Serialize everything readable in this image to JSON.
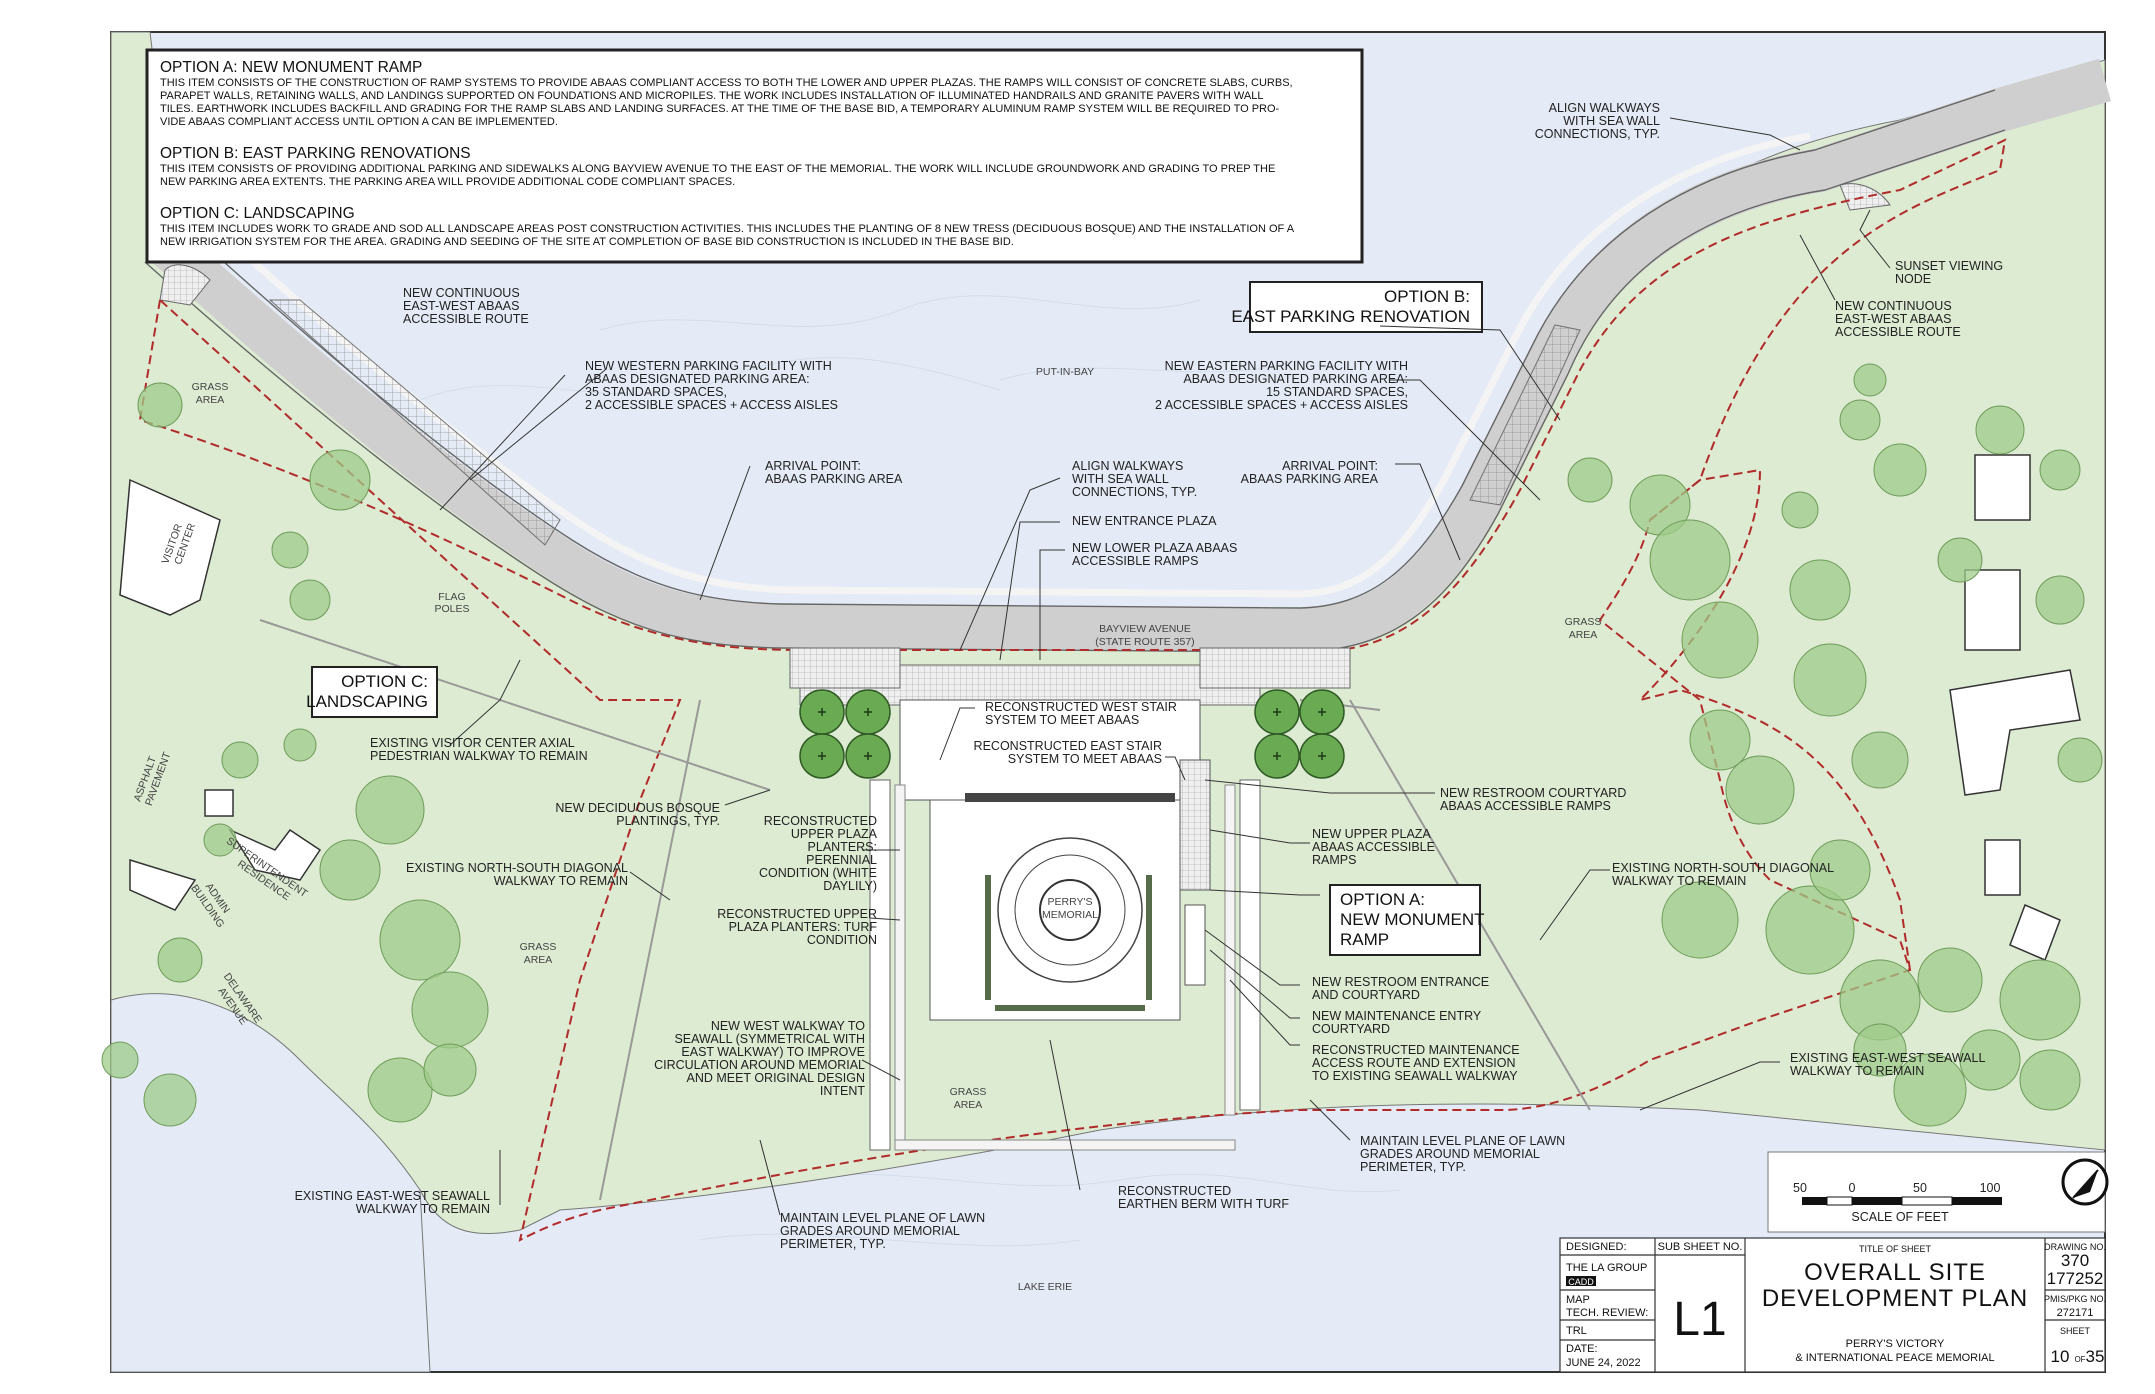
{
  "notes": {
    "option_a": {
      "heading": "OPTION A: NEW MONUMENT RAMP",
      "lines": [
        "THIS ITEM CONSISTS OF THE CONSTRUCTION OF RAMP SYSTEMS TO PROVIDE ABAAS COMPLIANT ACCESS TO BOTH THE LOWER AND UPPER PLAZAS. THE RAMPS WILL CONSIST OF CONCRETE SLABS, CURBS,",
        "PARAPET WALLS, RETAINING WALLS, AND LANDINGS SUPPORTED ON FOUNDATIONS AND MICROPILES. THE WORK INCLUDES INSTALLATION OF ILLUMINATED HANDRAILS AND GRANITE PAVERS WITH WALL",
        "TILES. EARTHWORK INCLUDES BACKFILL AND GRADING FOR THE RAMP SLABS AND LANDING SURFACES.  AT THE TIME OF THE BASE BID, A TEMPORARY ALUMINUM RAMP SYSTEM WILL BE REQUIRED TO PRO-",
        "VIDE ABAAS COMPLIANT ACCESS UNTIL OPTION A CAN BE IMPLEMENTED."
      ]
    },
    "option_b": {
      "heading": "OPTION B: EAST PARKING RENOVATIONS",
      "lines": [
        "THIS ITEM CONSISTS OF PROVIDING ADDITIONAL PARKING AND SIDEWALKS ALONG BAYVIEW AVENUE TO THE EAST OF THE MEMORIAL. THE WORK WILL INCLUDE GROUNDWORK AND GRADING TO PREP THE",
        "NEW PARKING AREA EXTENTS. THE PARKING AREA WILL PROVIDE ADDITIONAL CODE COMPLIANT SPACES."
      ]
    },
    "option_c": {
      "heading": "OPTION C: LANDSCAPING",
      "lines": [
        "THIS ITEM INCLUDES WORK TO GRADE AND SOD ALL LANDSCAPE AREAS POST CONSTRUCTION ACTIVITIES. THIS INCLUDES THE PLANTING OF 8 NEW TRESS (DECIDUOUS BOSQUE) AND THE INSTALLATION OF A",
        "NEW IRRIGATION SYSTEM FOR THE AREA. GRADING AND SEEDING OF THE SITE AT COMPLETION OF BASE BID CONSTRUCTION IS INCLUDED IN THE BASE BID."
      ]
    }
  },
  "option_boxes": {
    "b": [
      "OPTION B:",
      "EAST PARKING RENOVATION"
    ],
    "c": [
      "OPTION C:",
      "LANDSCAPING"
    ],
    "a": [
      "OPTION A:",
      "NEW MONUMENT",
      "RAMP"
    ]
  },
  "callouts": {
    "align_walkways_ne": [
      "ALIGN WALKWAYS",
      "WITH SEA WALL",
      "CONNECTIONS, TYP."
    ],
    "sunset_node": [
      "SUNSET VIEWING",
      "NODE"
    ],
    "new_cont_east": [
      "NEW CONTINUOUS",
      "EAST-WEST ABAAS",
      "ACCESSIBLE ROUTE"
    ],
    "new_cont_west": [
      "NEW CONTINUOUS",
      "EAST-WEST ABAAS",
      "ACCESSIBLE ROUTE"
    ],
    "west_parking": [
      "NEW WESTERN PARKING FACILITY WITH",
      "ABAAS DESIGNATED PARKING AREA:",
      "35 STANDARD SPACES,",
      "2 ACCESSIBLE SPACES + ACCESS AISLES"
    ],
    "east_parking": [
      "NEW EASTERN PARKING FACILITY WITH",
      "ABAAS DESIGNATED PARKING AREA:",
      "15 STANDARD SPACES,",
      "2 ACCESSIBLE SPACES + ACCESS AISLES"
    ],
    "arrival_west": [
      "ARRIVAL POINT:",
      "ABAAS PARKING AREA"
    ],
    "arrival_east": [
      "ARRIVAL POINT:",
      "ABAAS PARKING AREA"
    ],
    "align_walkways_c": [
      "ALIGN WALKWAYS",
      "WITH SEA WALL",
      "CONNECTIONS, TYP."
    ],
    "new_entrance_plaza": [
      "NEW ENTRANCE PLAZA"
    ],
    "new_lower_plaza": [
      "NEW LOWER PLAZA ABAAS",
      "ACCESSIBLE RAMPS"
    ],
    "west_stair": [
      "RECONSTRUCTED WEST STAIR",
      "SYSTEM TO MEET ABAAS"
    ],
    "east_stair": [
      "RECONSTRUCTED EAST STAIR",
      "SYSTEM TO MEET ABAAS"
    ],
    "visitor_axial": [
      "EXISTING VISITOR CENTER AXIAL",
      "PEDESTRIAN WALKWAY TO REMAIN"
    ],
    "bosque": [
      "NEW DECIDUOUS BOSQUE",
      "PLANTINGS, TYP."
    ],
    "upper_planters_perennial": [
      "RECONSTRUCTED",
      "UPPER PLAZA",
      "PLANTERS:",
      "PERENNIAL",
      "CONDITION (WHITE",
      "DAYLILY)"
    ],
    "ns_diag_west": [
      "EXISTING NORTH-SOUTH DIAGONAL",
      "WALKWAY TO REMAIN"
    ],
    "upper_planters_turf": [
      "RECONSTRUCTED UPPER",
      "PLAZA PLANTERS: TURF",
      "CONDITION"
    ],
    "restroom_courtyard": [
      "NEW RESTROOM COURTYARD",
      "ABAAS ACCESSIBLE RAMPS"
    ],
    "upper_plaza_ramps": [
      "NEW UPPER PLAZA",
      "ABAAS ACCESSIBLE",
      "RAMPS"
    ],
    "ns_diag_east": [
      "EXISTING NORTH-SOUTH DIAGONAL",
      "WALKWAY TO REMAIN"
    ],
    "restroom_entrance": [
      "NEW RESTROOM ENTRANCE",
      "AND COURTYARD"
    ],
    "maint_entry": [
      "NEW MAINTENANCE ENTRY",
      "COURTYARD"
    ],
    "maint_access": [
      "RECONSTRUCTED MAINTENANCE",
      "ACCESS ROUTE AND EXTENSION",
      "TO EXISTING SEAWALL WALKWAY"
    ],
    "west_walkway": [
      "NEW WEST WALKWAY TO",
      "SEAWALL (SYMMETRICAL WITH",
      "EAST WALKWAY) TO IMPROVE",
      "CIRCULATION AROUND MEMORIAL",
      "AND MEET ORIGINAL DESIGN",
      "INTENT"
    ],
    "seawall_east": [
      "EXISTING EAST-WEST SEAWALL",
      "WALKWAY TO REMAIN"
    ],
    "lawn_east": [
      "MAINTAIN LEVEL PLANE OF LAWN",
      "GRADES AROUND MEMORIAL",
      "PERIMETER, TYP."
    ],
    "berm": [
      "RECONSTRUCTED",
      "EARTHEN BERM WITH TURF"
    ],
    "seawall_west": [
      "EXISTING EAST-WEST SEAWALL",
      "WALKWAY TO REMAIN"
    ],
    "lawn_west": [
      "MAINTAIN LEVEL PLANE OF LAWN",
      "GRADES AROUND MEMORIAL",
      "PERIMETER, TYP."
    ]
  },
  "site_labels": {
    "put_in_bay": "PUT-IN-BAY",
    "lake_erie": "LAKE ERIE",
    "bayview": [
      "BAYVIEW AVENUE",
      "(STATE ROUTE 357)"
    ],
    "grass": "GRASS",
    "area": "AREA",
    "flag_poles": [
      "FLAG",
      "POLES"
    ],
    "visitor_center": [
      "VISITOR",
      "CENTER"
    ],
    "asphalt": [
      "ASPHALT",
      "PAVEMENT"
    ],
    "superintendent": [
      "SUPERINTENDENT",
      "RESIDENCE"
    ],
    "admin": [
      "ADMIN",
      "BUILDING"
    ],
    "delaware": [
      "DELAWARE",
      "AVENUE"
    ],
    "memorial": [
      "PERRY'S",
      "MEMORIAL"
    ]
  },
  "scale": {
    "ticks": [
      "50",
      "0",
      "50",
      "100"
    ],
    "label": "SCALE OF FEET"
  },
  "title_block": {
    "designed_label": "DESIGNED:",
    "designed_by": "THE LA GROUP",
    "cadd_label": "CADD",
    "cadd_by": "MAP",
    "tech_review_label": "TECH. REVIEW:",
    "tech_review": "TRL",
    "date_label": "DATE:",
    "date": "JUNE 24, 2022",
    "sub_sheet_label": "SUB SHEET NO.",
    "sub_sheet": "L1",
    "title_of_sheet_label": "TITLE OF SHEET",
    "title": [
      "OVERALL SITE",
      "DEVELOPMENT PLAN"
    ],
    "project": [
      "PERRY'S VICTORY",
      "& INTERNATIONAL PEACE MEMORIAL"
    ],
    "drawing_no_label": "DRAWING NO.",
    "drawing_no": [
      "370",
      "177252"
    ],
    "pmis_label": "PMIS/PKG NO.",
    "pmis": "272171",
    "sheet_label": "SHEET",
    "sheet": "10",
    "sheet_of": "OF",
    "sheet_total": "35"
  },
  "colors": {
    "water": "#e4ebf6",
    "grass": "#dcebd1",
    "road": "#d2d2d2",
    "tree": "#9fcb89",
    "boundary": "#b22b2b",
    "building": "#ffffff"
  }
}
